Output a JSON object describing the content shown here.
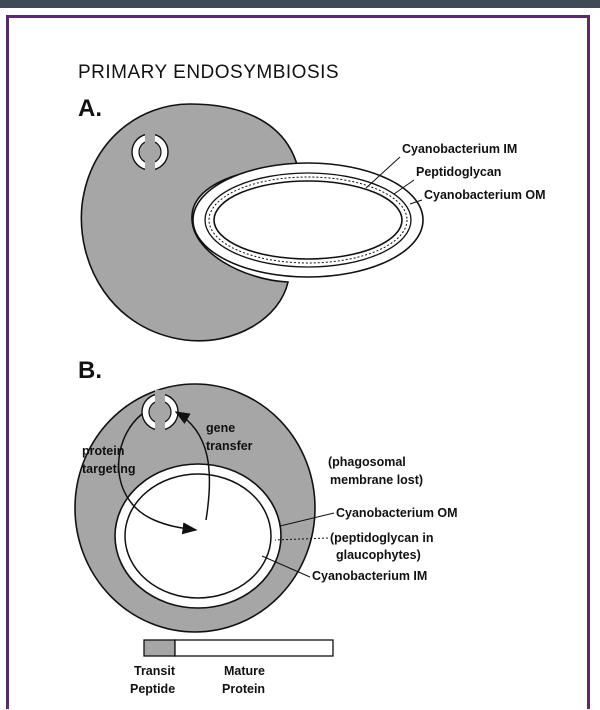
{
  "diagram": {
    "title": "PRIMARY  ENDOSYMBIOSIS",
    "panel_a": {
      "letter": "A.",
      "labels": {
        "cyano_im": "Cyanobacterium IM",
        "peptidoglycan": "Peptidoglycan",
        "cyano_om": "Cyanobacterium OM"
      }
    },
    "panel_b": {
      "letter": "B.",
      "labels": {
        "gene_transfer": [
          "gene",
          "transfer"
        ],
        "protein_targeting": [
          "protein",
          "targeting"
        ],
        "phagosomal": [
          "(phagosomal",
          "membrane lost)"
        ],
        "cyano_om": "Cyanobacterium OM",
        "peptidoglycan_glauco": [
          "(peptidoglycan in",
          "glaucophytes)"
        ],
        "cyano_im": "Cyanobacterium IM"
      }
    },
    "legend": {
      "transit": [
        "Transit",
        "Peptide"
      ],
      "mature": [
        "Mature",
        "Protein"
      ]
    },
    "colors": {
      "cell_fill": "#a6a6a6",
      "outline": "#111111",
      "frame": "#5b2a6e",
      "topbar": "#3f4a57"
    }
  }
}
